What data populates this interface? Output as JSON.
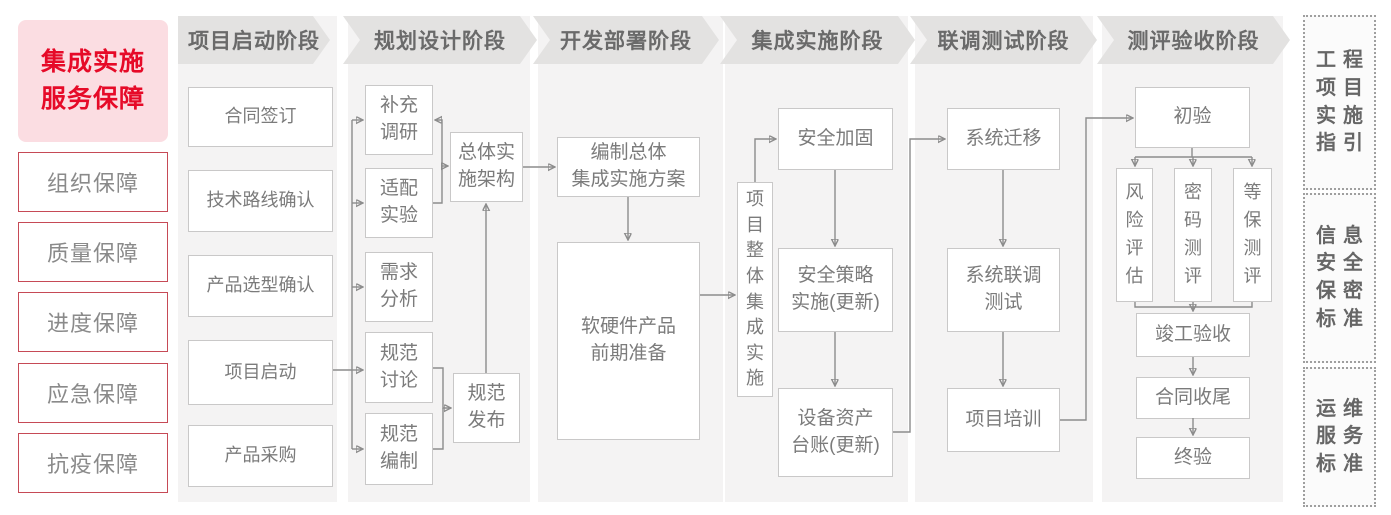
{
  "legend": {
    "title": "集成实施\n服务保障",
    "items": [
      "组织保障",
      "质量保障",
      "进度保障",
      "应急保障",
      "抗疫保障"
    ]
  },
  "phases": [
    {
      "label": "项目启动阶段"
    },
    {
      "label": "规划设计阶段"
    },
    {
      "label": "开发部署阶段"
    },
    {
      "label": "集成实施阶段"
    },
    {
      "label": "联调测试阶段"
    },
    {
      "label": "测评验收阶段"
    }
  ],
  "nodes": {
    "contract_signing": "合同签订",
    "tech_route_confirm": "技术路线确认",
    "product_selection_confirm": "产品选型确认",
    "project_kickoff": "项目启动",
    "product_procurement": "产品采购",
    "supplementary_research": "补充\n调研",
    "adaptation_test": "适配\n实验",
    "requirement_analysis": "需求\n分析",
    "spec_discussion": "规范\n讨论",
    "spec_drafting": "规范\n编制",
    "overall_impl_architecture": "总体实\n施架构",
    "spec_release": "规范\n发布",
    "overall_integration_plan": "编制总体\n集成实施方案",
    "hw_sw_preparation": "软硬件产品\n前期准备",
    "overall_integration_impl": "项\n目\n整\n体\n集\n成\n实\n施",
    "security_hardening": "安全加固",
    "security_policy_impl": "安全策略\n实施(更新)",
    "asset_ledger_update": "设备资产\n台账(更新)",
    "system_migration": "系统迁移",
    "joint_testing": "系统联调\n测试",
    "project_training": "项目培训",
    "preliminary_acceptance": "初验",
    "risk_assessment": "风\n险\n评\n估",
    "crypto_evaluation": "密\n码\n测\n评",
    "mlps_evaluation": "等\n保\n测\n评",
    "completion_acceptance": "竣工验收",
    "contract_closure": "合同收尾",
    "final_acceptance": "终验"
  },
  "standards": [
    "工程\n项目\n实施\n指引",
    "信息\n安全\n保密\n标准",
    "运维\n服务\n标准"
  ],
  "colors": {
    "accent_red": "#e60a28",
    "legend_border_red": "#c64a56",
    "legend_pink_bg": "#fbdde2",
    "phase_banner_bg": "#e3e2e1",
    "column_bg": "#f4f3f3",
    "node_border": "#c9c8c8",
    "node_text": "#7b7b7b",
    "connector": "#8c8c8c"
  }
}
